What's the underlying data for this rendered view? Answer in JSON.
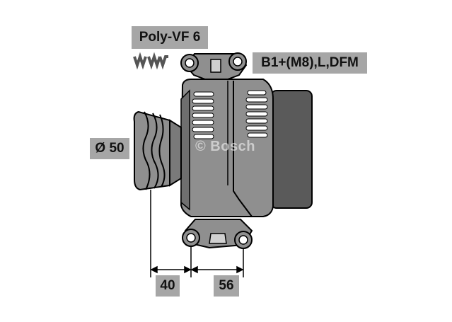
{
  "labels": {
    "belt_profile": "Poly-VF 6",
    "connections": "B1+(M8),L,DFM",
    "pulley_diameter": "Ø 50",
    "dim_left": "40",
    "dim_right": "56"
  },
  "watermark": "Bosch",
  "colors": {
    "body": "#8f8f8f",
    "body_dark": "#5a5a5a",
    "label_bg": "#a6a6a6",
    "outline": "#000000"
  }
}
